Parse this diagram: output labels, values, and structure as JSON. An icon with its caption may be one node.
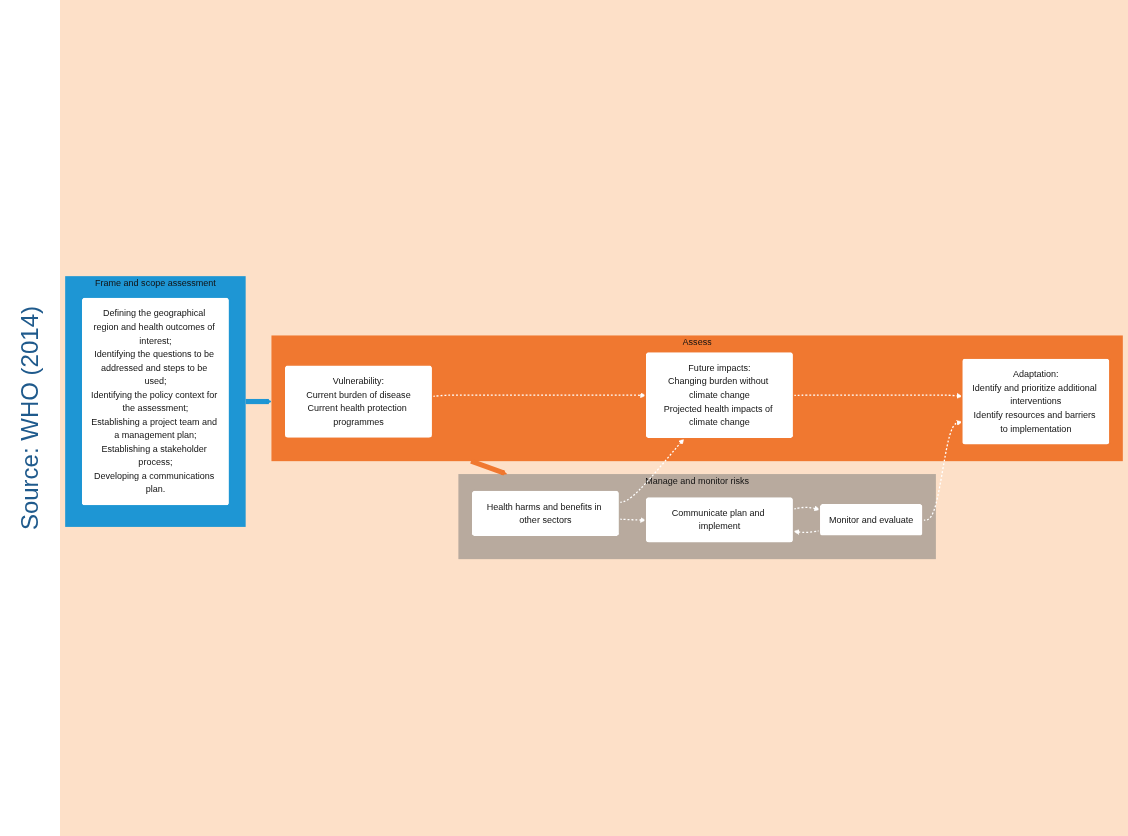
{
  "diagram": {
    "nodes": [
      {
        "text": [
          "Frame and scope assessment"
        ]
      },
      {
        "text": [
          "Defining the geographical region and health outcomes of interest;",
          "Identifying the questions to be addressed and steps to be used;",
          "Identifying the policy context for the assessment;",
          "Establishing a project team and a management plan;",
          "Establishing a stakeholder process;",
          "Developing a communications plan."
        ],
        "in": 0
      },
      {
        "text": [
          "Assess"
        ]
      },
      {
        "text": [
          "Vulnerability:",
          "Current burden of disease",
          "Current health protection programmes"
        ],
        "in": 2
      },
      {
        "text": [
          "Future impacts:",
          "Changing burden without climate change",
          "Projected health impacts of climate change"
        ],
        "in": 2
      },
      {
        "text": [
          "Adaptation:",
          "Identify and prioritize additional interventions",
          "Identify resources and barriers to implementation"
        ],
        "in": 2
      },
      {
        "text": [
          "Manage and monitor risks"
        ]
      },
      {
        "text": [
          "Health harms and benefits in other sectors"
        ],
        "in": 6
      },
      {
        "text": [
          "Communicate plan and implement"
        ],
        "in": 6
      },
      {
        "text": [
          "Monitor and evaluate"
        ],
        "in": 6
      }
    ],
    "edges": [
      {
        "from": 0,
        "to": 2,
        "arrow": "to",
        "style": "thick",
        "color": "#1e96d4"
      },
      {
        "from": 2,
        "to": 6,
        "arrow": "to",
        "style": "thick",
        "color": "#f07830"
      },
      {
        "from": 3,
        "to": 4,
        "arrow": "to",
        "style": "dashed"
      },
      {
        "from": 7,
        "to": 4,
        "arrow": "to",
        "style": "dashed"
      },
      {
        "from": 4,
        "to": 5,
        "arrow": "to",
        "style": "dashed"
      },
      {
        "from": 7,
        "to": 8,
        "arrow": "to",
        "style": "dashed"
      },
      {
        "from": 8,
        "to": 9,
        "arrow": "to",
        "style": "dashed"
      },
      {
        "from": 9,
        "to": 8,
        "arrow": "to",
        "style": "dashed"
      },
      {
        "from": 9,
        "to": 5,
        "arrow": "to",
        "style": "dashed"
      }
    ],
    "labels": [
      "Source: WHO (2014)"
    ]
  }
}
